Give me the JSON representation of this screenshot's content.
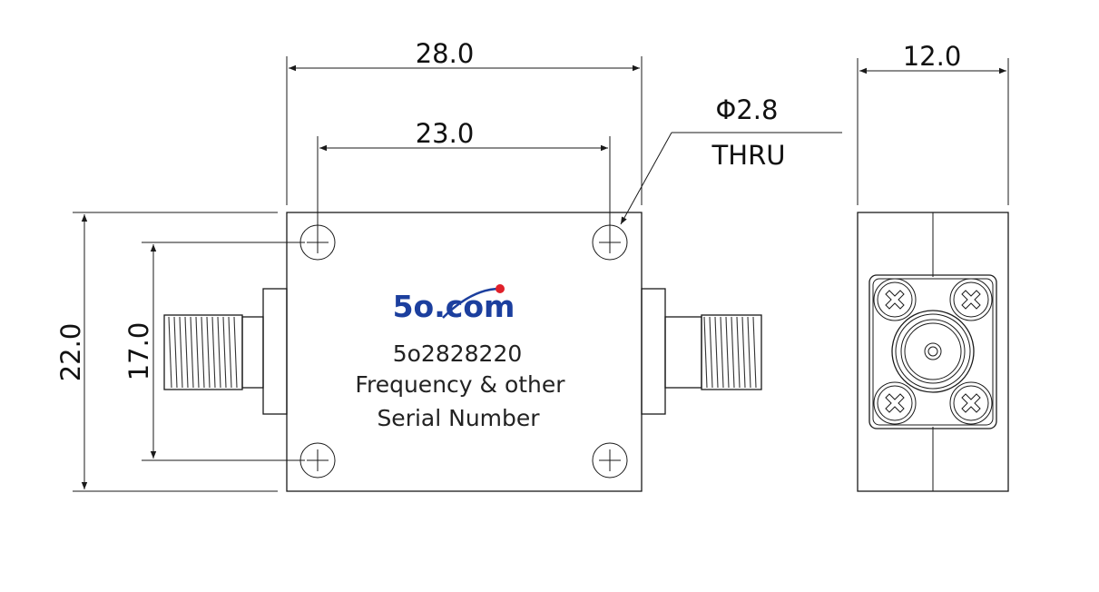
{
  "dimensions": {
    "overall_length": "28.0",
    "hole_spacing_x": "23.0",
    "hole_spec_diameter": "Φ2.8",
    "hole_spec_type": "THRU",
    "side_width": "12.0",
    "overall_height": "22.0",
    "hole_spacing_y": "17.0"
  },
  "label": {
    "logo_text": "5o.com",
    "part_number": "5o2828220",
    "line_frequency": "Frequency & other",
    "line_serial": "Serial Number"
  },
  "colors": {
    "logo": "#1c3f9e",
    "logo_dot": "#e0202a",
    "line": "#1a1a1a"
  }
}
